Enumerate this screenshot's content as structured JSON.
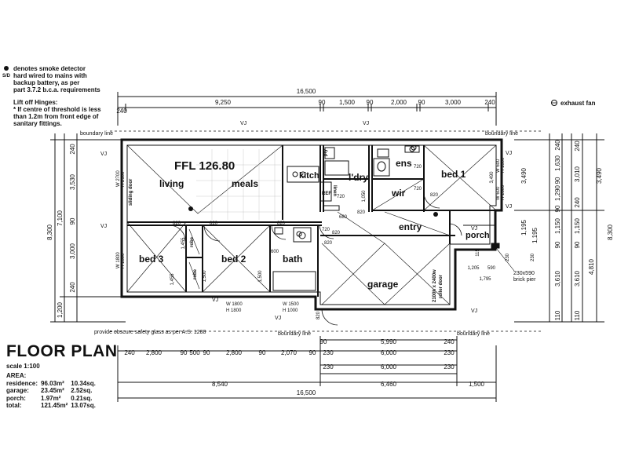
{
  "notes": {
    "smoke_symbol": "S/D",
    "smoke_detector": [
      "denotes smoke detector",
      "hard wired to mains with",
      "backup battery, as per",
      "part 3.7.2 b.c.a. requirements"
    ],
    "lift_off": [
      "Lift off Hinges:",
      "* If centre of threshold is less",
      "than 1.2m from front edge of",
      "sanitary fittings."
    ],
    "exhaust_fan": "exhaust fan",
    "obscure_glass": "provide obscure safety glass as per A.S. 1288",
    "boundary": "boundary line",
    "vj": "VJ",
    "ffl": "FFL 126.80",
    "brick_pier": [
      "230x590",
      "brick pier"
    ]
  },
  "title": "FLOOR PLAN",
  "scale": "scale 1:100",
  "area": {
    "heading": "AREA:",
    "rows": [
      {
        "label": "residence:",
        "m2": "96.03m²",
        "sq": "10.34sq."
      },
      {
        "label": "garage:",
        "m2": "23.45m²",
        "sq": "2.52sq."
      },
      {
        "label": "porch:",
        "m2": "1.97m²",
        "sq": "0.21sq."
      },
      {
        "label": "total:",
        "m2": "121.45m²",
        "sq": "13.07sq."
      }
    ]
  },
  "rooms": {
    "living": "living",
    "meals": "meals",
    "kitch": "kitch",
    "ldry": "l'dry",
    "ens": "ens",
    "bed1": "bed 1",
    "wir": "wir",
    "entry": "entry",
    "porch": "porch",
    "bed3": "bed 3",
    "bed2": "bed 2",
    "bath": "bath",
    "garage": "garage",
    "robe": "robe",
    "linen": "linen",
    "pty": "pty",
    "ref": "REF",
    "sliding_door": "sliding door",
    "roller_door": [
      "2100h x 2400w",
      "roller door"
    ]
  },
  "windows": {
    "w2700": [
      "W 2700",
      "H 2100"
    ],
    "w1800a": [
      "W 1800",
      "H 1800"
    ],
    "w1800b": [
      "W 1800",
      "H 1800"
    ],
    "w1500": [
      "W 1500",
      "H 1000"
    ],
    "w600a": [
      "W 600",
      "H 1800"
    ],
    "w600b": [
      "W 600",
      "H 1800"
    ]
  },
  "dims": {
    "top_total": "16,500",
    "top_row": [
      "240",
      "9,250",
      "90",
      "1,500",
      "90",
      "2,000",
      "90",
      "3,000",
      "240"
    ],
    "bottom_row1": [
      "240",
      "2,800",
      "90",
      "500",
      "90",
      "2,800",
      "90",
      "2,070",
      "90",
      "90",
      "5,990",
      "240"
    ],
    "bottom_row2": [
      "230",
      "6,000",
      "230"
    ],
    "bottom_row3": [
      "230",
      "6,000",
      "230"
    ],
    "bottom_row4": [
      "8,540",
      "6,460",
      "1,500"
    ],
    "bottom_total": "16,500",
    "left_total": "8,300",
    "left_outer": [
      "7,100",
      "1,200"
    ],
    "left_inner": [
      "240",
      "3,530",
      "90",
      "3,000",
      "240"
    ],
    "right_inner1": [
      "240",
      "1,630",
      "90",
      "1,290",
      "90",
      "1,150",
      "90",
      "3,610",
      "110"
    ],
    "right_inner2": [
      "240",
      "3,010",
      "240",
      "1,150",
      "90",
      "3,610",
      "110"
    ],
    "right_mid": [
      "3,490",
      "1,195",
      "1,195"
    ],
    "right_outer": [
      "3,490",
      "4,810"
    ],
    "right_total": "8,300",
    "interior": [
      "820",
      "820",
      "820",
      "820",
      "820",
      "820",
      "820",
      "720",
      "720",
      "720",
      "720",
      "680",
      "1,050",
      "1,455",
      "1,455",
      "1,500",
      "1,500",
      "600",
      "1,205",
      "590",
      "1,795",
      "115",
      "230",
      "230",
      "820",
      "3,490"
    ]
  }
}
